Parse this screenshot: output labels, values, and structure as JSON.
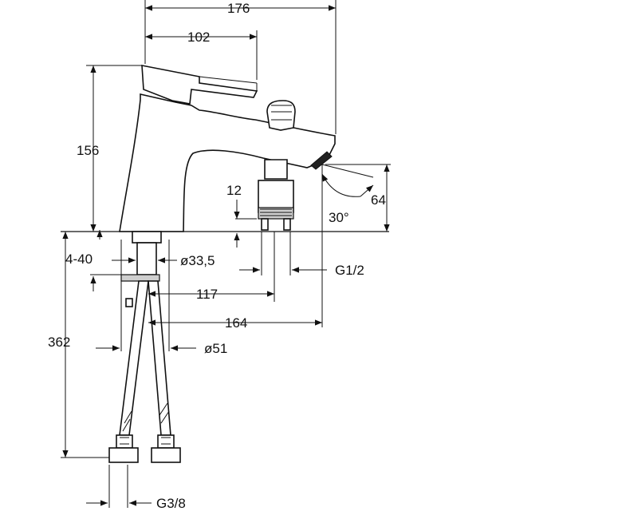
{
  "drawing": {
    "dimensions": {
      "overall_width": "176",
      "lever_length": "102",
      "body_height": "156",
      "spout_height": "64",
      "outlet_offset": "12",
      "spout_angle": "30°",
      "tail_length": "4-40",
      "shank_diameter": "ø33,5",
      "outlet_thread": "G1/2",
      "outlet_reach": "117",
      "spout_reach": "164",
      "hole_diameter": "ø51",
      "hose_length": "362",
      "hose_thread": "G3/8"
    }
  }
}
